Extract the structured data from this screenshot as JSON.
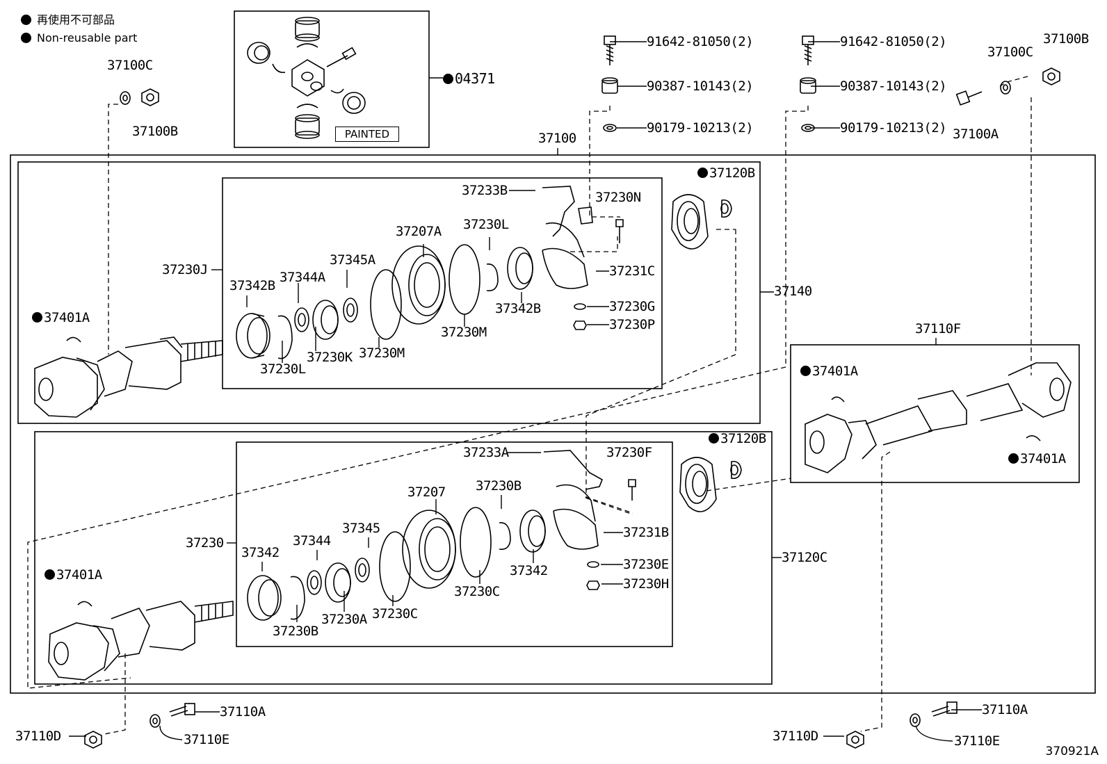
{
  "legend": {
    "jp": "再使用不可部品",
    "en": "Non-reusable part"
  },
  "kit_label": "04371",
  "painted": "PAINTED",
  "figure_code": "370921A",
  "labels": {
    "l_37100C_a": "37100C",
    "l_37100B_a": "37100B",
    "l_91642_a": "91642-81050(2)",
    "l_90387_a": "90387-10143(2)",
    "l_90179_a": "90179-10213(2)",
    "l_37100": "37100",
    "l_91642_b": "91642-81050(2)",
    "l_90387_b": "90387-10143(2)",
    "l_90179_b": "90179-10213(2)",
    "l_37100C_b": "37100C",
    "l_37100B_b": "37100B",
    "l_37100A": "37100A",
    "l_37120B_a": "37120B",
    "l_37233B": "37233B",
    "l_37230N": "37230N",
    "l_37230L_a": "37230L",
    "l_37207A": "37207A",
    "l_37345A": "37345A",
    "l_37230J": "37230J",
    "l_37344A": "37344A",
    "l_37342B_a": "37342B",
    "l_37231C": "37231C",
    "l_37140": "37140",
    "l_37342B_b": "37342B",
    "l_37230G": "37230G",
    "l_37230P": "37230P",
    "l_37401A_a": "37401A",
    "l_37230M_a": "37230M",
    "l_37230M_b": "37230M",
    "l_37230K": "37230K",
    "l_37230L_b": "37230L",
    "l_37110F": "37110F",
    "l_37401A_b": "37401A",
    "l_37120B_b": "37120B",
    "l_37233A": "37233A",
    "l_37230F": "37230F",
    "l_37401A_c": "37401A",
    "l_37230B_a": "37230B",
    "l_37207": "37207",
    "l_37345": "37345",
    "l_37344": "37344",
    "l_37230": "37230",
    "l_37342_a": "37342",
    "l_37231B": "37231B",
    "l_37120C": "37120C",
    "l_37230E": "37230E",
    "l_37342_b": "37342",
    "l_37230H": "37230H",
    "l_37401A_d": "37401A",
    "l_37230C_a": "37230C",
    "l_37230C_b": "37230C",
    "l_37230A": "37230A",
    "l_37230B_b": "37230B",
    "l_37110A_a": "37110A",
    "l_37110D_a": "37110D",
    "l_37110E_a": "37110E",
    "l_37110A_b": "37110A",
    "l_37110D_b": "37110D",
    "l_37110E_b": "37110E"
  }
}
